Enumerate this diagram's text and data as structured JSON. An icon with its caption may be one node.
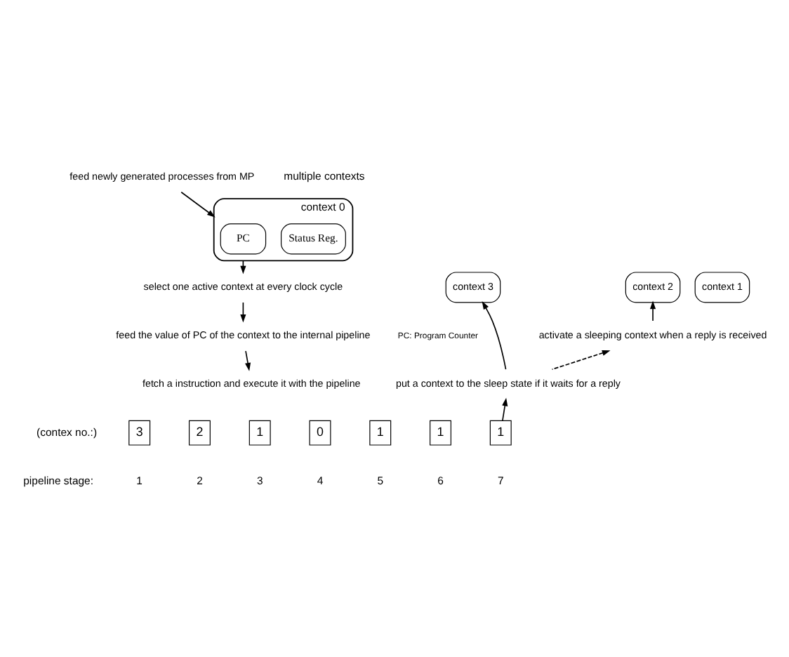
{
  "diagram": {
    "nodes": [
      {
        "text": [
          "context 0"
        ]
      },
      {
        "text": [
          "PC"
        ],
        "in": 0
      },
      {
        "text": [
          "Status Reg."
        ],
        "in": 0
      },
      {
        "text": [
          "context 1"
        ]
      },
      {
        "text": [
          "context 2"
        ]
      },
      {
        "text": [
          "context 3"
        ]
      },
      {
        "text": [
          "select one active context at every clock cycle"
        ]
      },
      {
        "text": [
          "feed the value of PC of the context to the internal pipeline"
        ]
      },
      {
        "text": [
          "fetch a instruction and execute it with the pipeline"
        ]
      },
      {
        "text": [
          "3"
        ]
      },
      {
        "text": [
          "2"
        ]
      },
      {
        "text": [
          "1"
        ]
      },
      {
        "text": [
          "0"
        ]
      },
      {
        "text": [
          "1"
        ]
      },
      {
        "text": [
          "1"
        ]
      },
      {
        "text": [
          "1"
        ]
      },
      {
        "text": [
          "put a context to the sleep state if it waits for a reply"
        ]
      },
      {
        "text": [
          "activate a sleeping context when a reply is received"
        ]
      },
      {
        "text": [
          "feed newly generated processes from MP"
        ]
      }
    ],
    "edges": [
      {
        "from": 0,
        "to": 6,
        "arrow": "to"
      },
      {
        "from": 6,
        "to": 7,
        "arrow": "to"
      },
      {
        "from": 7,
        "to": 8,
        "arrow": "to"
      },
      {
        "from": 15,
        "to": 16,
        "arrow": "to"
      },
      {
        "from": 16,
        "to": 17,
        "arrow": "to",
        "style": "dashed"
      },
      {
        "from": 16,
        "to": 5,
        "arrow": "to"
      },
      {
        "from": 17,
        "to": 4,
        "arrow": "to"
      },
      {
        "from": 18,
        "to": 0,
        "arrow": "to"
      }
    ],
    "labels": [
      "multiple contexts",
      "PC: Program Counter",
      "(contex no.:)",
      "pipeline stage:",
      "1",
      "2",
      "3",
      "4",
      "5",
      "6",
      "7"
    ]
  }
}
